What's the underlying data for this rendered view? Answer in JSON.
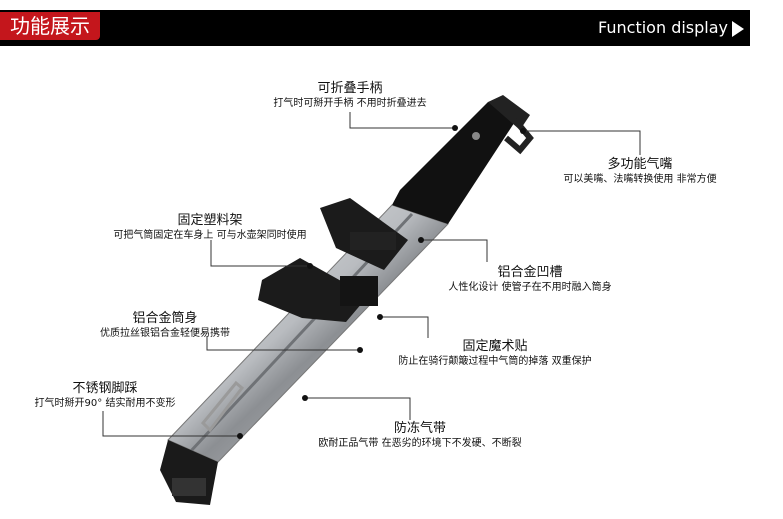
{
  "banner": {
    "tag": "功能展示",
    "title": "Function display"
  },
  "callouts": [
    {
      "title": "可折叠手柄",
      "desc": "打气时可掰开手柄 不用时折叠进去"
    },
    {
      "title": "多功能气嘴",
      "desc": "可以美嘴、法嘴转换使用 非常方便"
    },
    {
      "title": "固定塑料架",
      "desc": "可把气筒固定在车身上 可与水壶架同时使用"
    },
    {
      "title": "铝合金凹槽",
      "desc": "人性化设计 使管子在不用时融入筒身"
    },
    {
      "title": "铝合金筒身",
      "desc": "优质拉丝银铝合金轻便易携带"
    },
    {
      "title": "固定魔术贴",
      "desc": "防止在骑行颠簸过程中气筒的掉落 双重保护"
    },
    {
      "title": "不锈钢脚踩",
      "desc": "打气时掰开90° 结实耐用不变形"
    },
    {
      "title": "防冻气带",
      "desc": "欧耐正品气带 在恶劣的环境下不发硬、不断裂"
    }
  ],
  "colors": {
    "banner": "#000000",
    "tag": "#c4161c"
  }
}
